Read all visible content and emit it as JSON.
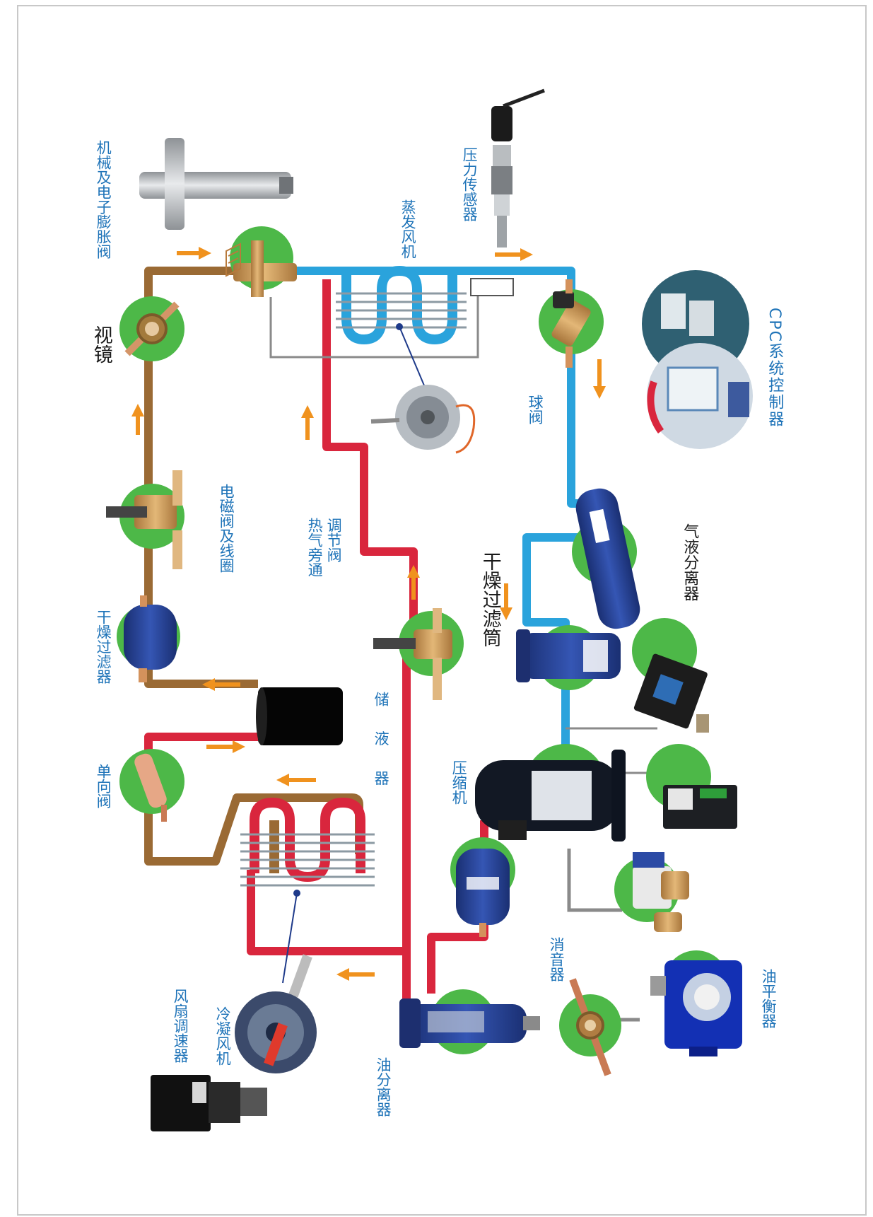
{
  "labels": {
    "expansion_valve": "机械及电子膨胀阀",
    "sight_glass": "视镜",
    "solenoid_valve": "电磁阀及线圈",
    "filter_drier_left": "干燥过滤器",
    "check_valve": "单向阀",
    "fan_speed_controller": "风扇调速器",
    "condenser_fan": "冷凝风机",
    "oil_separator": "油分离器",
    "receiver": "储 液 器",
    "hot_gas_bypass_1": "热气旁通",
    "hot_gas_bypass_2": "调节阀",
    "evaporator_fan": "蒸发风机",
    "pressure_sensor": "压力传感器",
    "ball_valve": "球阀",
    "suction_filter": "干燥过滤筒",
    "gas_liquid_separator": "气液分离器",
    "compressor": "压缩机",
    "muffler": "消音器",
    "oil_balancer": "油平衡器",
    "cpc_controller": "CPC系统控制器"
  },
  "colors": {
    "liquid_line": "#9a6a34",
    "discharge_line": "#d9263d",
    "suction_line": "#2aa3dc",
    "component_disc": "#4db848",
    "flow_arrow": "#f0921e",
    "label_blue": "#1e73b8",
    "component_blue": "#1f3a8c"
  },
  "icons": [
    "expansion-valve-icon",
    "sight-glass-icon",
    "solenoid-valve-icon",
    "filter-drier-icon",
    "check-valve-icon",
    "receiver-icon",
    "condenser-coil-icon",
    "condenser-fan-icon",
    "fan-speed-controller-icon",
    "oil-separator-icon",
    "hot-gas-bypass-valve-icon",
    "evaporator-coil-icon",
    "evaporator-fan-motor-icon",
    "pressure-sensor-icon",
    "ball-valve-icon",
    "gas-liquid-separator-icon",
    "suction-filter-icon",
    "compressor-icon",
    "muffler-icon",
    "oil-balancer-icon",
    "cpc-controller-icon",
    "controller-module-icon"
  ]
}
